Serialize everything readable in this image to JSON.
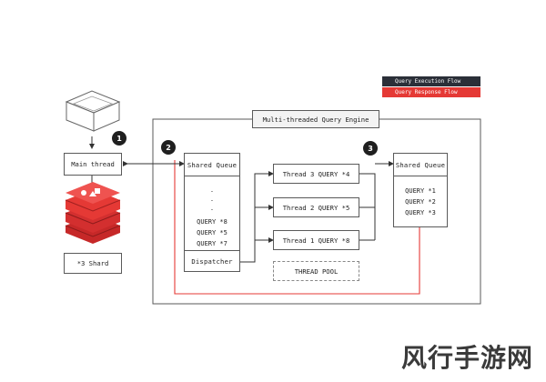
{
  "legend": {
    "execution_label": "Query Execution Flow",
    "response_label": "Query Response Flow",
    "execution_color": "#2b2f38",
    "response_color": "#e53935"
  },
  "engine": {
    "title": "Multi-threaded Query Engine"
  },
  "badges": [
    "1",
    "2",
    "3"
  ],
  "main_thread": {
    "label": "Main thread"
  },
  "shard": {
    "label": "*3 Shard",
    "icon": "redis-stack-icon"
  },
  "left_queue": {
    "title": "Shared Queue",
    "dots": [
      ".",
      ".",
      "."
    ],
    "items": [
      "QUERY *8",
      "QUERY *5",
      "QUERY *7"
    ],
    "dispatcher": "Dispatcher"
  },
  "threads": [
    {
      "label": "Thread 3 QUERY *4"
    },
    {
      "label": "Thread 2 QUERY *5"
    },
    {
      "label": "Thread 1 QUERY *8"
    }
  ],
  "thread_pool": {
    "label": "THREAD POOL"
  },
  "right_queue": {
    "title": "Shared Queue",
    "items": [
      "QUERY *1",
      "QUERY *2",
      "QUERY *3"
    ]
  },
  "watermark": {
    "text": "风行手游网"
  }
}
